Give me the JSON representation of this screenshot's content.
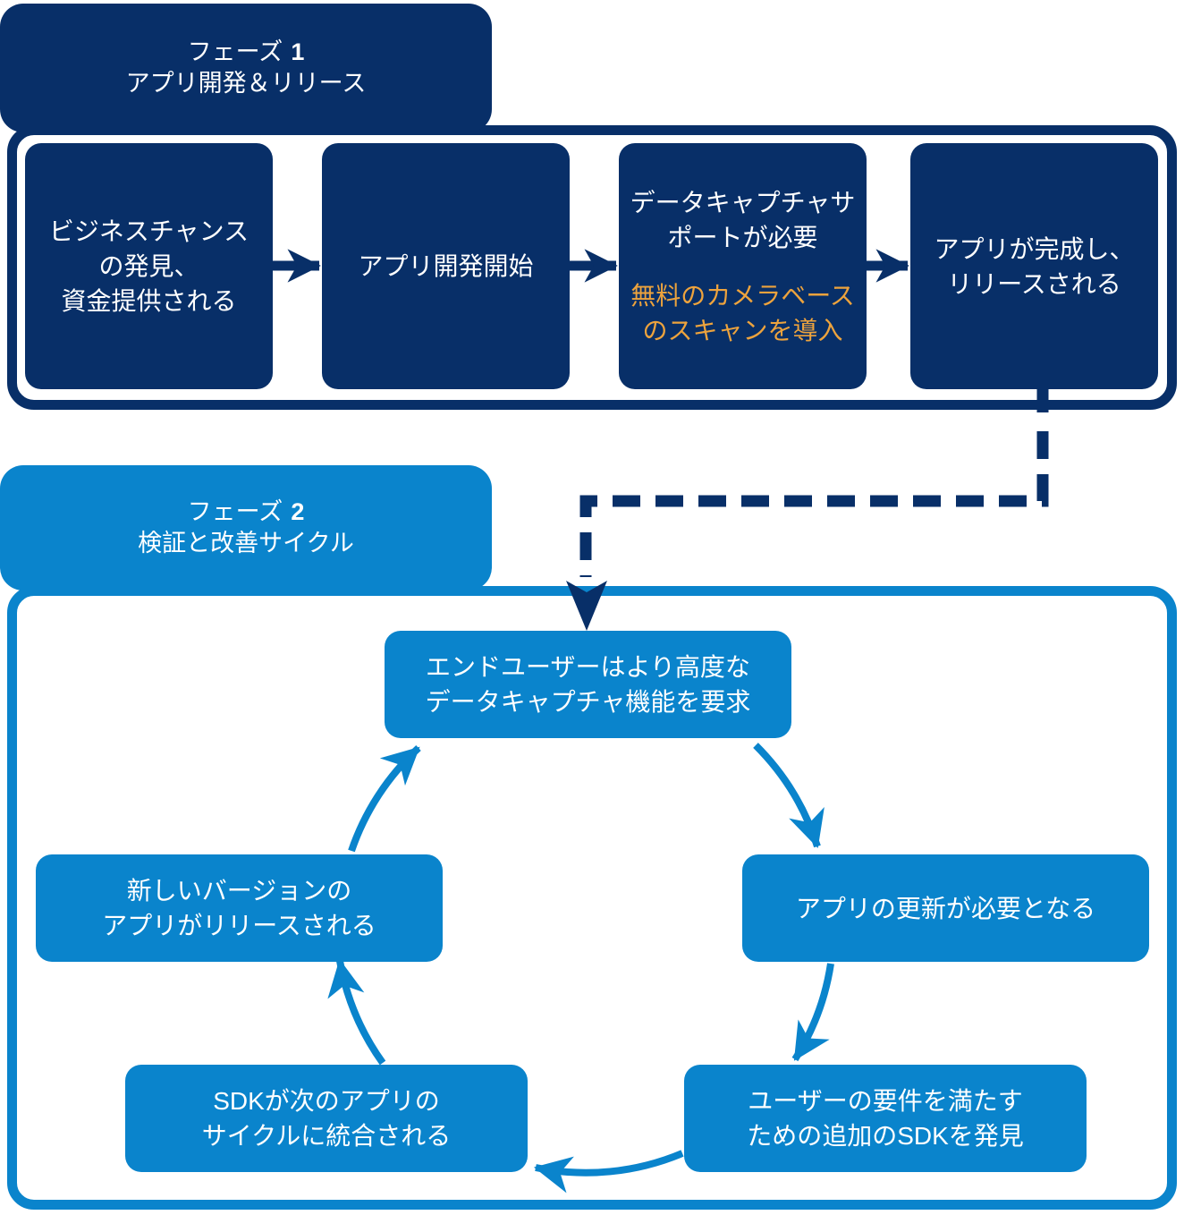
{
  "colors": {
    "navy": "#082f68",
    "blue": "#0a84cc",
    "orange": "#eda33d",
    "text_on_dark": "#ffffff"
  },
  "phase1": {
    "header": {
      "label": "フェーズ",
      "number": "1",
      "subtitle": "アプリ開発＆リリース"
    },
    "steps": [
      {
        "lines": [
          "ビジネスチャンス",
          "の発見、",
          "資金提供される"
        ]
      },
      {
        "lines": [
          "アプリ開発開始"
        ]
      },
      {
        "lines": [
          "データキャプチャサ",
          "ポートが必要"
        ],
        "highlight": [
          "無料のカメラベース",
          "のスキャンを導入"
        ]
      },
      {
        "lines": [
          "アプリが完成し、",
          "リリースされる"
        ]
      }
    ]
  },
  "phase2": {
    "header": {
      "label": "フェーズ",
      "number": "2",
      "subtitle": "検証と改善サイクル"
    },
    "cycle": [
      {
        "lines": [
          "エンドユーザーはより高度な",
          "データキャプチャ機能を要求"
        ]
      },
      {
        "lines": [
          "アプリの更新が必要となる"
        ]
      },
      {
        "lines": [
          "ユーザーの要件を満たす",
          "ための追加のSDKを発見"
        ]
      },
      {
        "lines": [
          "SDKが次のアプリの",
          "サイクルに統合される"
        ]
      },
      {
        "lines": [
          "新しいバージョンの",
          "アプリがリリースされる"
        ]
      }
    ]
  }
}
